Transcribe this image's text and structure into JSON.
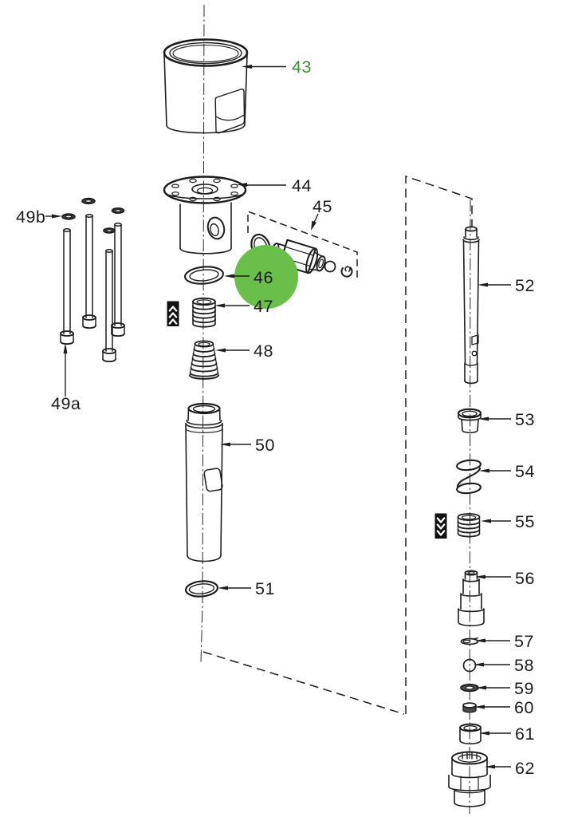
{
  "diagram": {
    "kind": "exploded-parts-diagram",
    "background_color": "#ffffff",
    "line_color": "#1d1d1d",
    "accent_green": "#3c8c32",
    "highlight_circle_color": "#69bf4a",
    "highlighted_callout": "46",
    "callouts": [
      {
        "id": "43",
        "label": "43",
        "style": "green-text"
      },
      {
        "id": "44",
        "label": "44",
        "style": "plain"
      },
      {
        "id": "45",
        "label": "45",
        "style": "plain"
      },
      {
        "id": "46",
        "label": "46",
        "style": "green-highlight-circle"
      },
      {
        "id": "47",
        "label": "47",
        "style": "plain"
      },
      {
        "id": "48",
        "label": "48",
        "style": "plain"
      },
      {
        "id": "49a",
        "label": "49a",
        "style": "plain"
      },
      {
        "id": "49b",
        "label": "49b",
        "style": "plain"
      },
      {
        "id": "50",
        "label": "50",
        "style": "plain"
      },
      {
        "id": "51",
        "label": "51",
        "style": "plain"
      },
      {
        "id": "52",
        "label": "52",
        "style": "plain"
      },
      {
        "id": "53",
        "label": "53",
        "style": "plain"
      },
      {
        "id": "54",
        "label": "54",
        "style": "plain"
      },
      {
        "id": "55",
        "label": "55",
        "style": "plain"
      },
      {
        "id": "56",
        "label": "56",
        "style": "plain"
      },
      {
        "id": "57",
        "label": "57",
        "style": "plain"
      },
      {
        "id": "58",
        "label": "58",
        "style": "plain"
      },
      {
        "id": "59",
        "label": "59",
        "style": "plain"
      },
      {
        "id": "60",
        "label": "60",
        "style": "plain"
      },
      {
        "id": "61",
        "label": "61",
        "style": "plain"
      },
      {
        "id": "62",
        "label": "62",
        "style": "plain"
      }
    ]
  }
}
